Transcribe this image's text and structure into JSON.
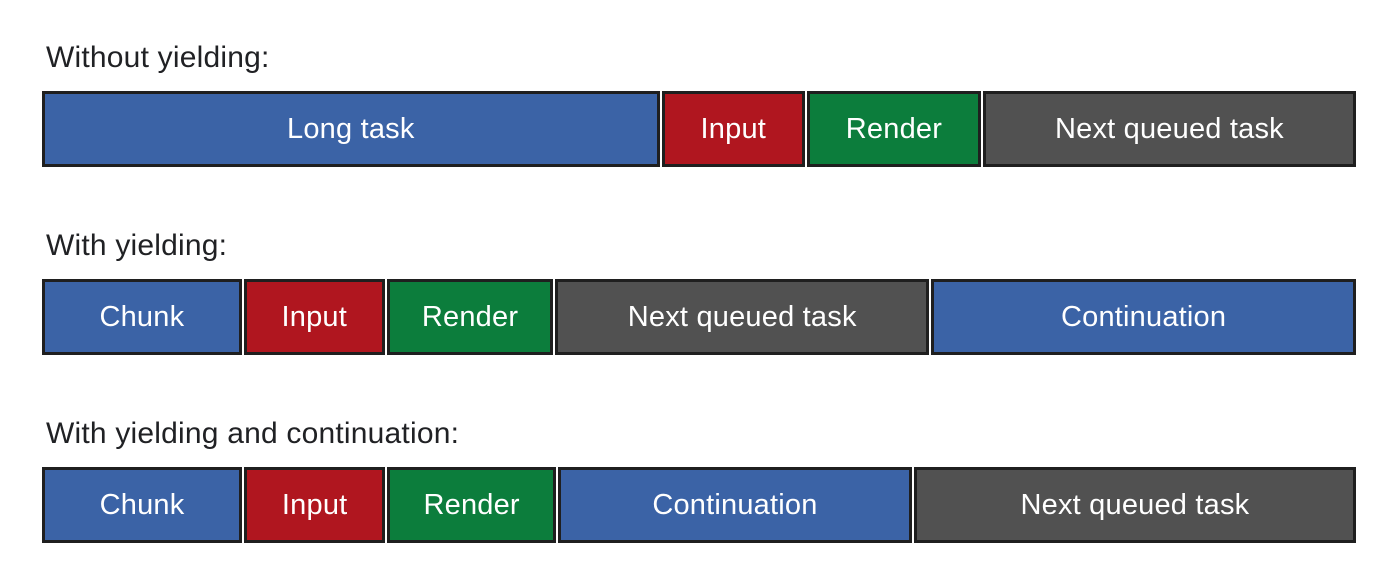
{
  "colors": {
    "blue": "#3B63A6",
    "red": "#B0161F",
    "green": "#0C7D3C",
    "gray": "#515151",
    "segment_border": "#1F1F1F",
    "label_text": "#202124",
    "segment_text": "#FFFFFF",
    "background": "#FFFFFF"
  },
  "sections": [
    {
      "label": "Without yielding:",
      "segments": [
        {
          "label": "Long task",
          "color": "blue",
          "weight": 623
        },
        {
          "label": "Input",
          "color": "red",
          "weight": 140
        },
        {
          "label": "Render",
          "color": "green",
          "weight": 171
        },
        {
          "label": "Next queued task",
          "color": "gray",
          "weight": 374
        }
      ]
    },
    {
      "label": "With yielding:",
      "segments": [
        {
          "label": "Chunk",
          "color": "blue",
          "weight": 198
        },
        {
          "label": "Input",
          "color": "red",
          "weight": 138
        },
        {
          "label": "Render",
          "color": "green",
          "weight": 164
        },
        {
          "label": "Next queued task",
          "color": "gray",
          "weight": 376
        },
        {
          "label": "Continuation",
          "color": "blue",
          "weight": 428
        }
      ]
    },
    {
      "label": "With yielding and continuation:",
      "segments": [
        {
          "label": "Chunk",
          "color": "blue",
          "weight": 198
        },
        {
          "label": "Input",
          "color": "red",
          "weight": 138
        },
        {
          "label": "Render",
          "color": "green",
          "weight": 166
        },
        {
          "label": "Continuation",
          "color": "blue",
          "weight": 355
        },
        {
          "label": "Next queued task",
          "color": "gray",
          "weight": 445
        }
      ]
    }
  ]
}
